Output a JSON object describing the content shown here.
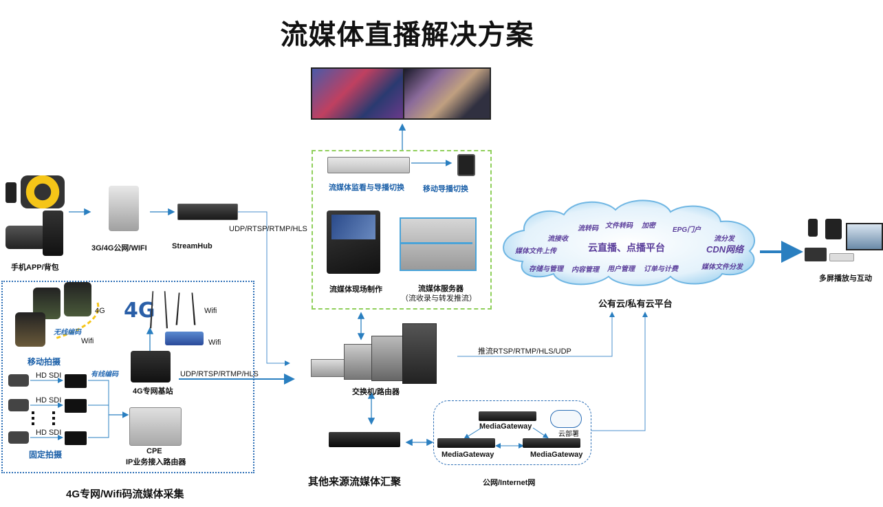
{
  "title": "流媒体直播解决方案",
  "labels": {
    "mobile_app": "手机APP/背包",
    "public_net": "3G/4G公网/WIFI",
    "streamhub": "StreamHub",
    "protocol_top": "UDP/RTSP/RTMP/HLS",
    "protocol_mid": "UDP/RTSP/RTMP/HLS",
    "monitor_switch": "流媒体监看与导播切换",
    "mobile_director": "移动导播切换",
    "field_production": "流媒体现场制作",
    "media_server": "流媒体服务器",
    "media_server_sub": "（流收录与转发推流）",
    "switch_router": "交换机/路由器",
    "push_protocol": "推流RTSP/RTMP/HLS/UDP",
    "cloud_platform": "公有云/私有云平台",
    "multiscreen": "多屏播放与互动",
    "other_sources": "其他来源流媒体汇聚",
    "internet": "公网/Internet网",
    "gateway_1": "MediaGateway",
    "gateway_2": "MediaGateway",
    "gateway_3": "MediaGateway",
    "cloud_deploy": "云部署",
    "collection_title": "4G专网/Wifi码流媒体采集",
    "g4": "4G",
    "wifi_1": "Wifi",
    "wifi_2": "Wifi",
    "wifi_3": "Wifi",
    "wireless_encode": "无线编码",
    "mobile_shoot": "移动拍摄",
    "wired_encode": "有线编码",
    "hd_sdi_1": "HD SDI",
    "hd_sdi_2": "HD SDI",
    "hd_sdi_3": "HD SDI",
    "fixed_shoot": "固定拍摄",
    "base_station": "4G专网基站",
    "cpe": "CPE",
    "cpe_router": "IP业务接入路由器",
    "g4_logo": "4G"
  },
  "cloud": {
    "main": "云直播、点播平台",
    "cdn": "CDN网络",
    "items": [
      "流接收",
      "流转码",
      "文件转码",
      "加密",
      "EPG门户",
      "流分发",
      "媒体文件上传",
      "存储与管理",
      "内容管理",
      "用户管理",
      "订单与计费",
      "媒体文件分发"
    ]
  },
  "colors": {
    "arrow": "#2a7fc0",
    "line": "#4a8fcc",
    "accent_purple": "#5a3d9a",
    "green_dash": "#8fcf5a"
  }
}
